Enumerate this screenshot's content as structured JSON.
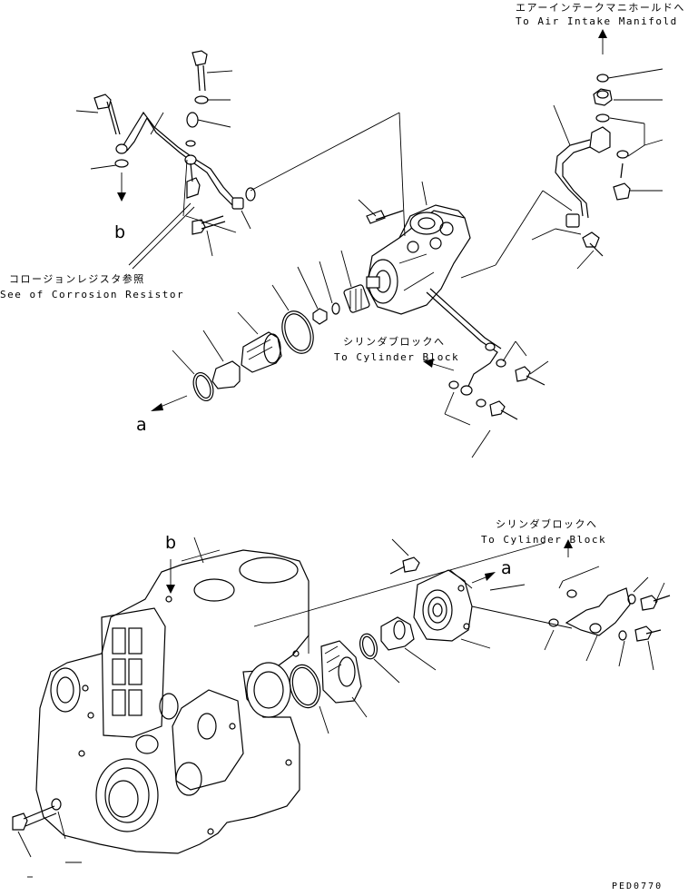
{
  "labels": {
    "air_intake_jp": "エアーインテークマニホールドへ",
    "air_intake_en": "To Air Intake Manifold",
    "corrosion_jp": "コロージョンレジスタ参照",
    "corrosion_en": "See of Corrosion Resistor",
    "cyl_block_jp_1": "シリンダブロックへ",
    "cyl_block_en_1": "To Cylinder Block",
    "cyl_block_jp_2": "シリンダブロックへ",
    "cyl_block_en_2": "To Cylinder Block",
    "ref_b_top": "b",
    "ref_a_top": "a",
    "ref_b_bottom": "b",
    "ref_a_bottom": "a",
    "drawing_code": "PED0770"
  }
}
